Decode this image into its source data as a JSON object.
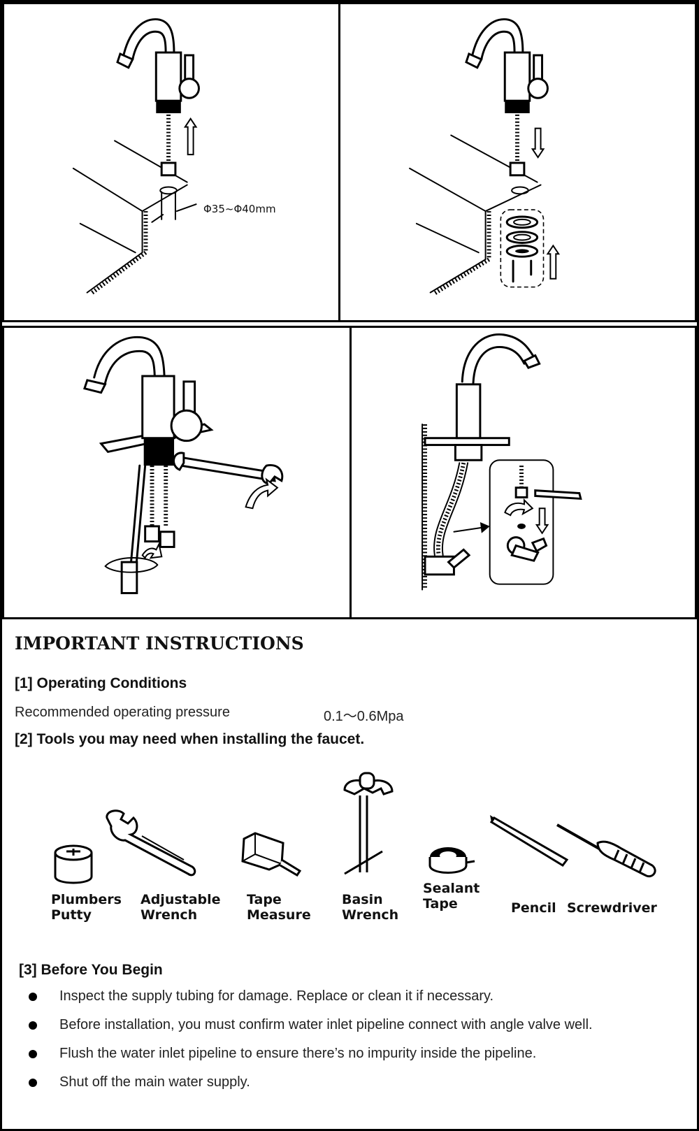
{
  "diagrams": {
    "hole_dimension": "Φ35~Φ40mm"
  },
  "instructions": {
    "title": "IMPORTANT INSTRUCTIONS",
    "section1": {
      "title": "[1] Operating Conditions",
      "pressure_label": "Recommended operating pressure",
      "pressure_value": "0.1～0.6Mpa"
    },
    "section2": {
      "title": "[2] Tools you may need when installing the faucet.",
      "tools": [
        {
          "line1": "Plumbers",
          "line2": "Putty",
          "icon": "putty-icon"
        },
        {
          "line1": "Adjustable",
          "line2": "Wrench",
          "icon": "adjustable-wrench-icon"
        },
        {
          "line1": "Tape",
          "line2": "Measure",
          "icon": "tape-measure-icon"
        },
        {
          "line1": "Basin",
          "line2": "Wrench",
          "icon": "basin-wrench-icon"
        },
        {
          "line1": "Sealant",
          "line2": "Tape",
          "icon": "sealant-tape-icon"
        },
        {
          "line1": "Pencil",
          "line2": "",
          "icon": "pencil-icon"
        },
        {
          "line1": "Screwdriver",
          "line2": "",
          "icon": "screwdriver-icon"
        }
      ]
    },
    "section3": {
      "title": "[3] Before You Begin",
      "items": [
        "Inspect the supply tubing for damage. Replace or clean it if necessary.",
        "Before installation, you must confirm water inlet pipeline connect with angle valve well.",
        "Flush the water inlet pipeline to ensure there’s no impurity inside the pipeline.",
        "Shut off the main water supply."
      ]
    }
  }
}
